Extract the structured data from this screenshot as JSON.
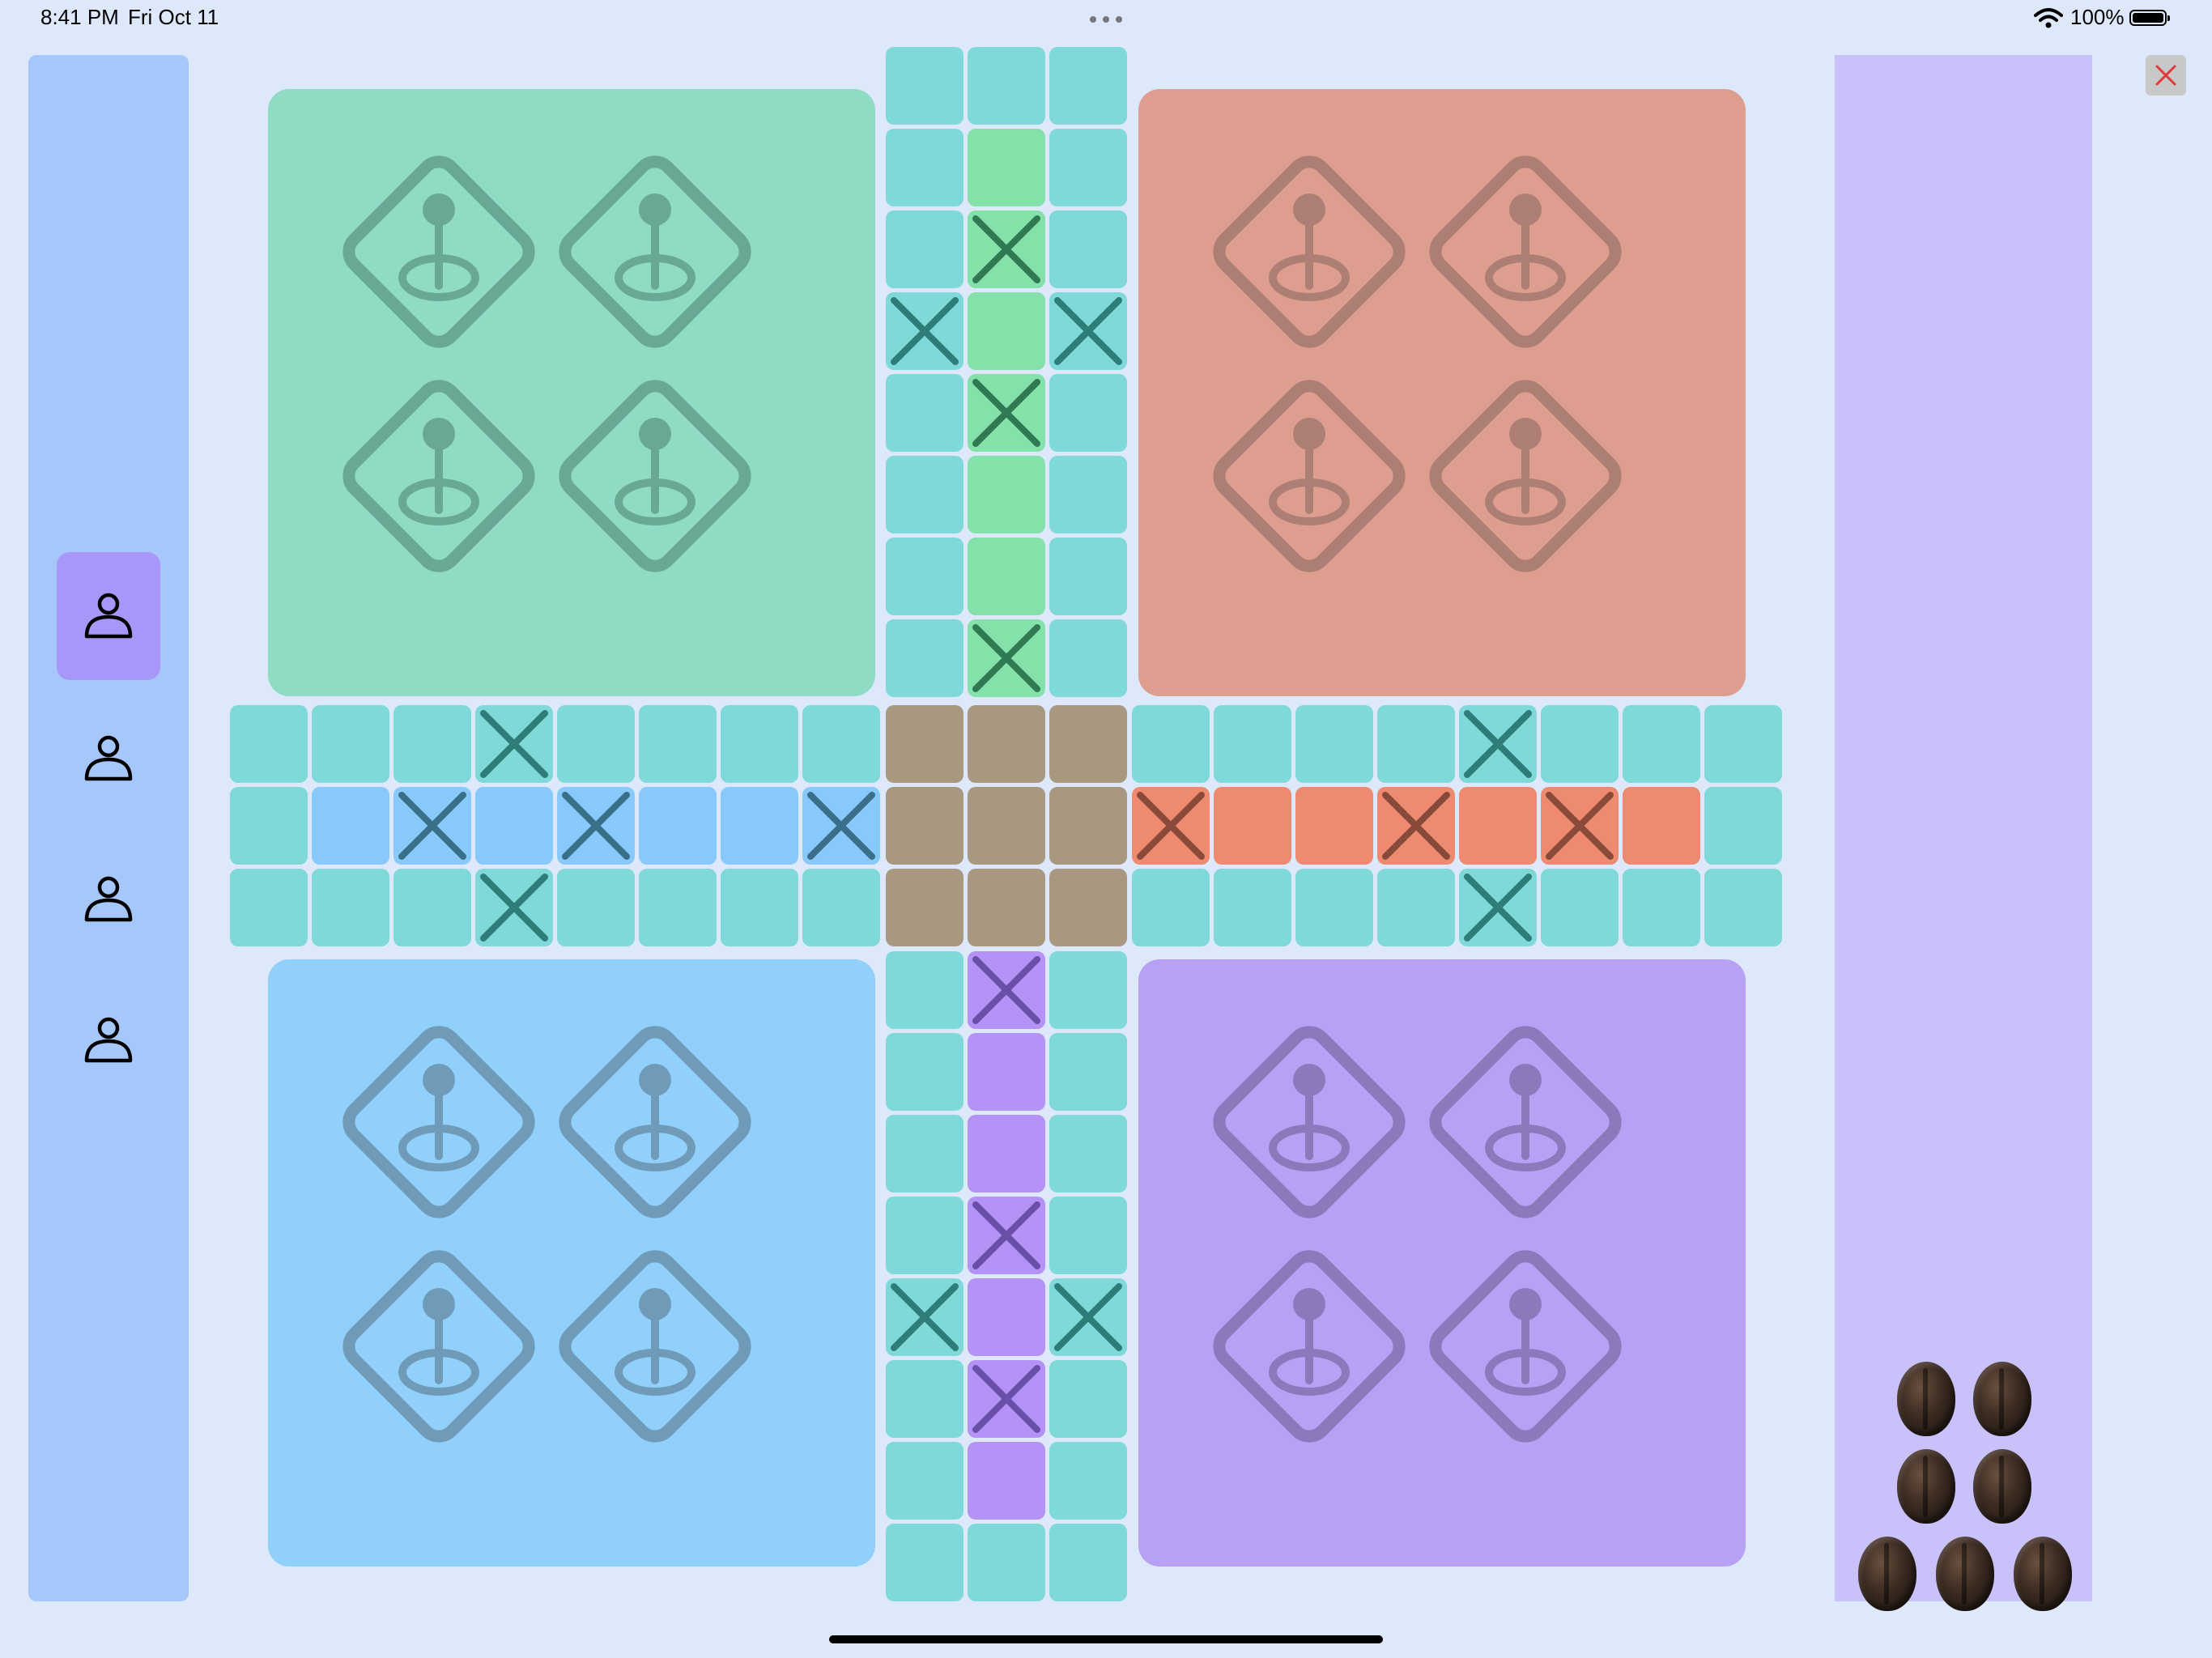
{
  "status_bar": {
    "time": "8:41 PM",
    "date": "Fri Oct 11",
    "more_icon": "ellipsis-icon",
    "wifi_icon": "wifi-icon",
    "battery_percent": "100%",
    "battery_level": 1.0
  },
  "players": {
    "icon": "person-icon",
    "active_index": 0,
    "count": 4
  },
  "close_button": {
    "icon": "close-x-icon",
    "color": "#e03a3a"
  },
  "board": {
    "home_icon": "diamond-pin-icon",
    "safe_square_icon": "x-mark-icon",
    "colors": {
      "track": "#7ed9d8",
      "center": "#a99880",
      "green_home": "#8fdbc3",
      "green_lane": "#84e1a9",
      "red_home": "#de9e8f",
      "red_lane": "#ed8a6f",
      "blue_home": "#90d0fa",
      "blue_lane": "#87c9fb",
      "purple_home": "#b8a1f5",
      "purple_lane": "#b592f5"
    }
  },
  "dice_shells": {
    "count": 7,
    "icon": "cowrie-shell-icon"
  }
}
